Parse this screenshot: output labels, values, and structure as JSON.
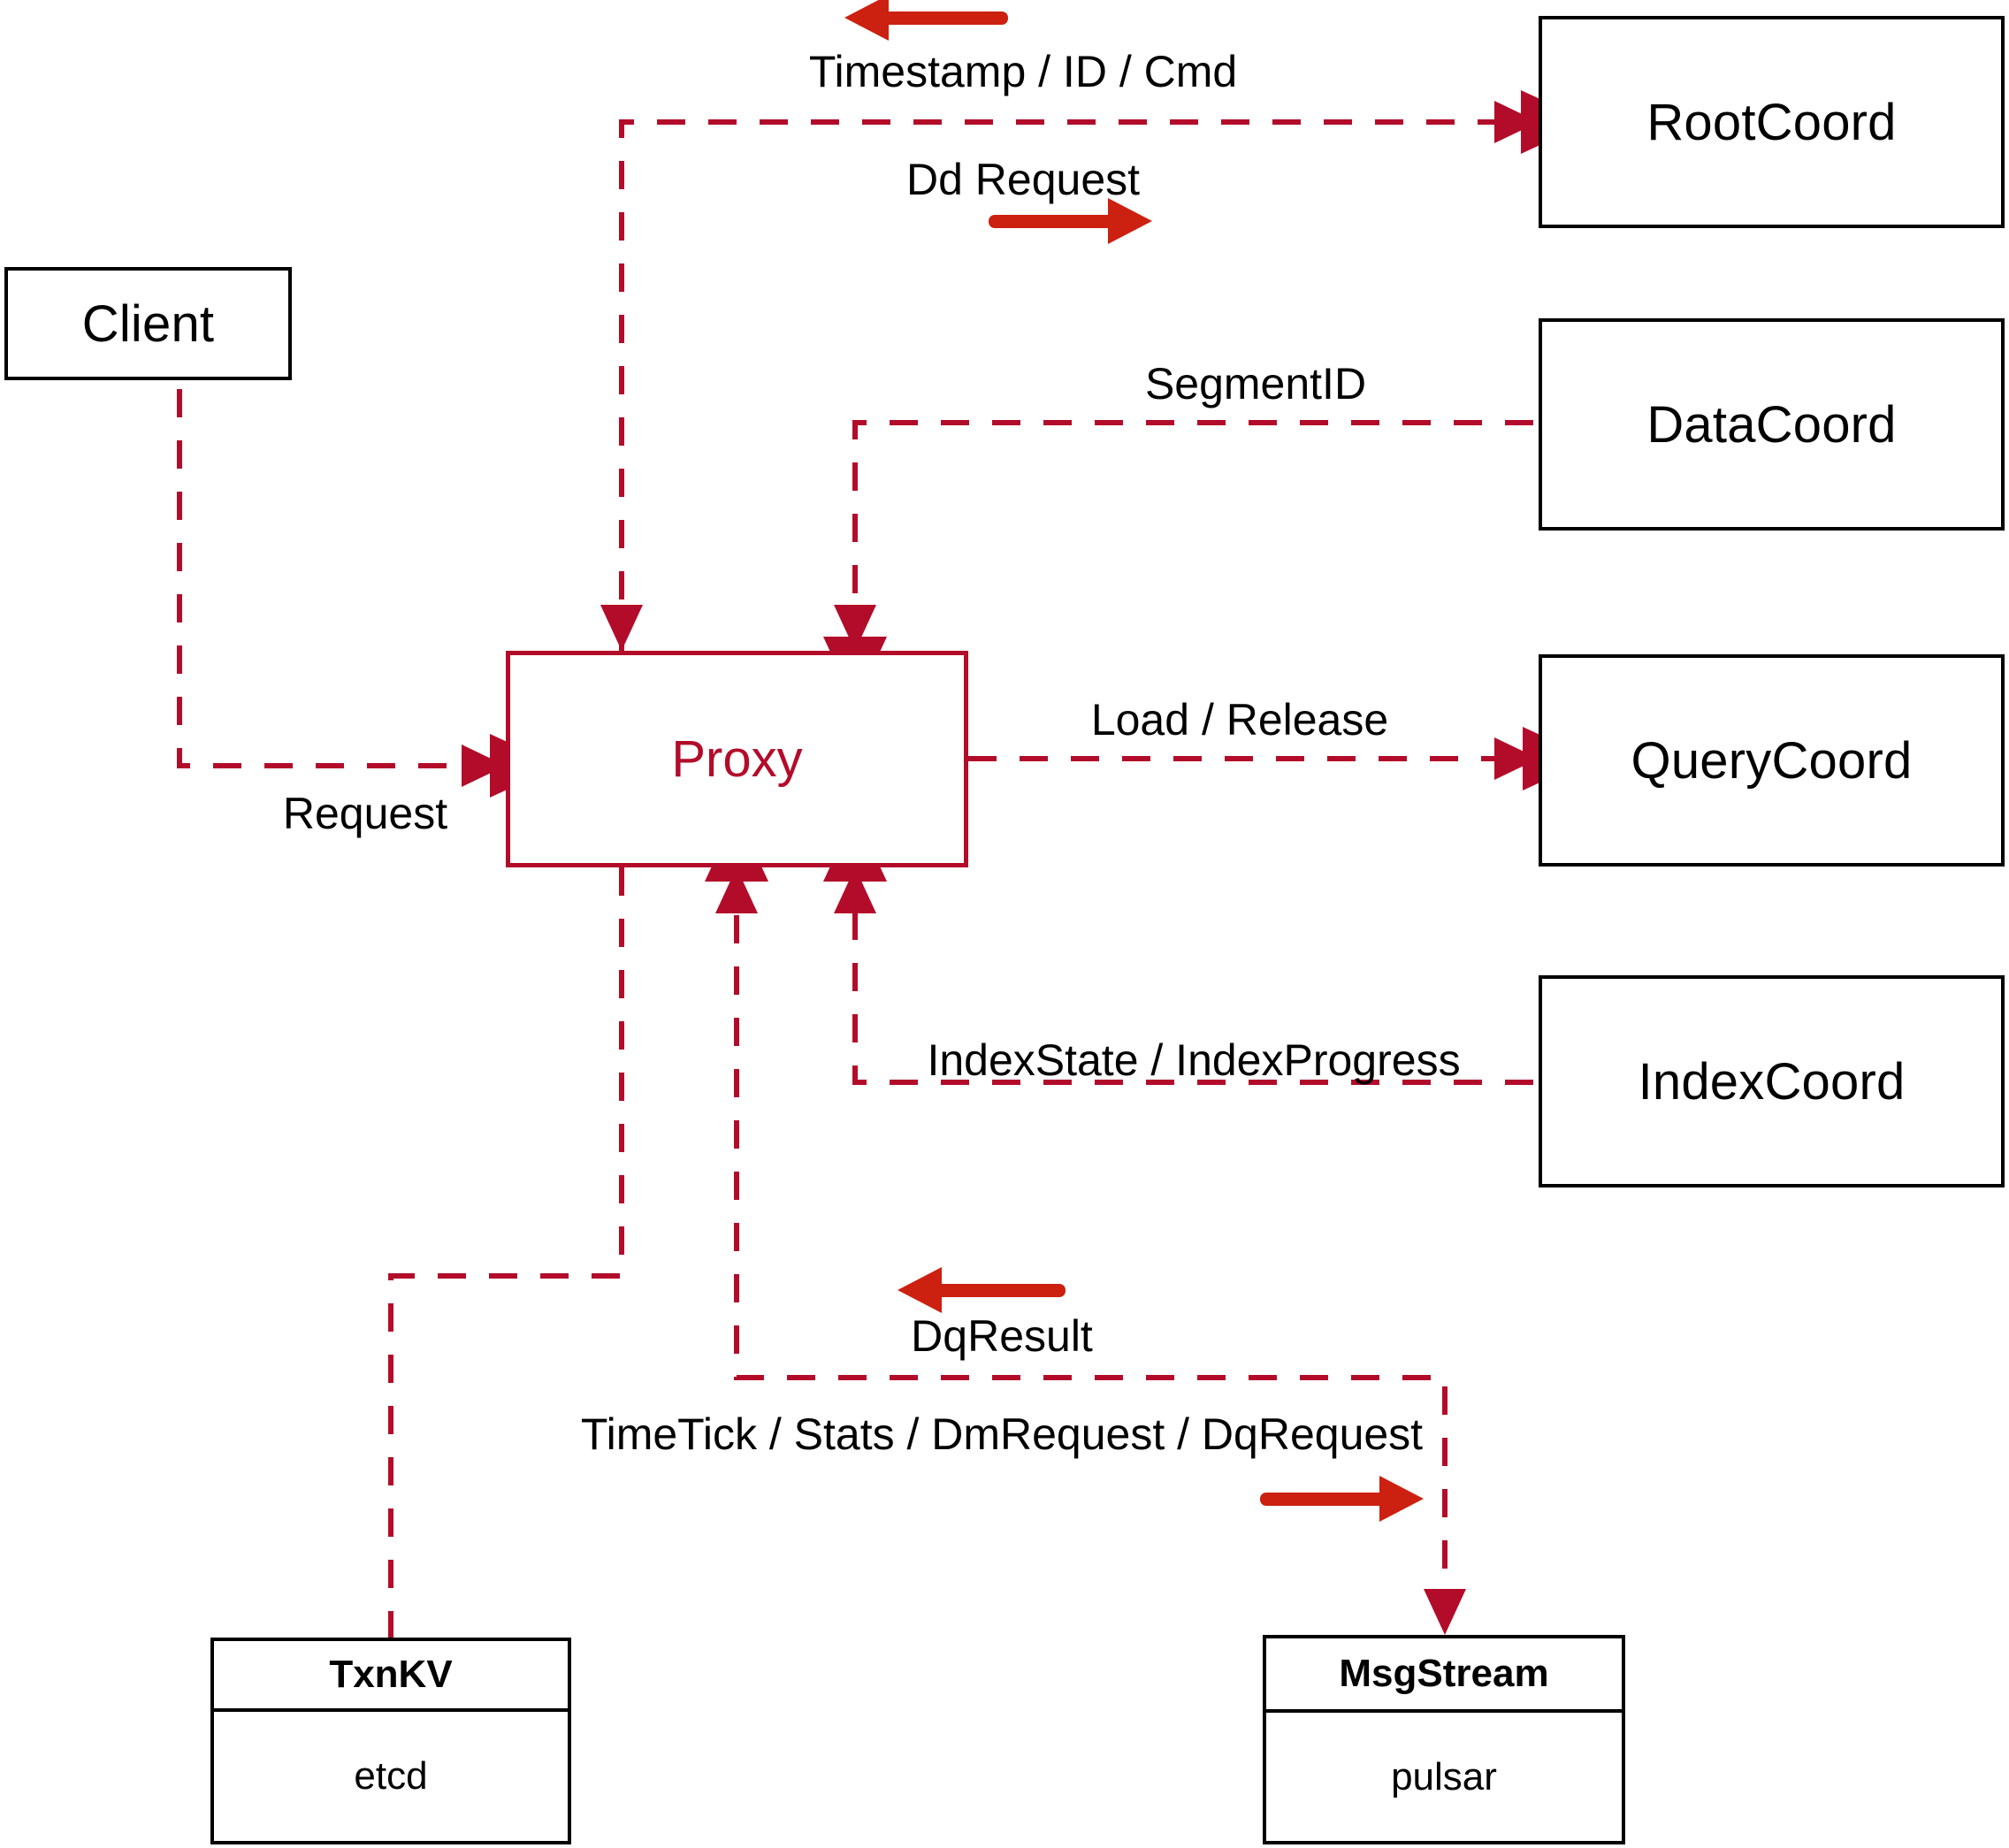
{
  "diagram": {
    "title": "Milvus Proxy interaction diagram",
    "colors": {
      "node_border": "#000000",
      "proxy": "#B30C2A",
      "dashed_edge": "#B30C2A",
      "solid_arrow": "#CC2010",
      "background": "#FFFFFF",
      "text": "#000000"
    }
  },
  "nodes": {
    "client": {
      "label": "Client"
    },
    "proxy": {
      "label": "Proxy"
    },
    "root_coord": {
      "label": "RootCoord"
    },
    "data_coord": {
      "label": "DataCoord"
    },
    "query_coord": {
      "label": "QueryCoord"
    },
    "index_coord": {
      "label": "IndexCoord"
    },
    "txnkv": {
      "header": "TxnKV",
      "body": "etcd"
    },
    "msgstream": {
      "header": "MsgStream",
      "body": "pulsar"
    }
  },
  "edges": [
    {
      "id": "timestamp-id-cmd",
      "label": "Timestamp / ID / Cmd",
      "from": "RootCoord",
      "to": "Proxy",
      "direction": "left"
    },
    {
      "id": "dd-request",
      "label": "Dd Request",
      "from": "Proxy",
      "to": "RootCoord",
      "direction": "right"
    },
    {
      "id": "segment-id",
      "label": "SegmentID",
      "from": "DataCoord",
      "to": "Proxy",
      "direction": "left"
    },
    {
      "id": "request",
      "label": "Request",
      "from": "Client",
      "to": "Proxy",
      "direction": "right"
    },
    {
      "id": "load-release",
      "label": "Load / Release",
      "from": "Proxy",
      "to": "QueryCoord",
      "direction": "right"
    },
    {
      "id": "index-state-progress",
      "label": "IndexState / IndexProgress",
      "from": "IndexCoord",
      "to": "Proxy",
      "direction": "left"
    },
    {
      "id": "dq-result",
      "label": "DqResult",
      "from": "MsgStream",
      "to": "Proxy",
      "direction": "left"
    },
    {
      "id": "timetick-stats-dm-dq",
      "label": "TimeTick / Stats / DmRequest / DqRequest",
      "from": "Proxy",
      "to": "MsgStream",
      "direction": "right"
    },
    {
      "id": "proxy-txnkv",
      "label": "",
      "from": "Proxy",
      "to": "TxnKV",
      "direction": "down"
    }
  ]
}
